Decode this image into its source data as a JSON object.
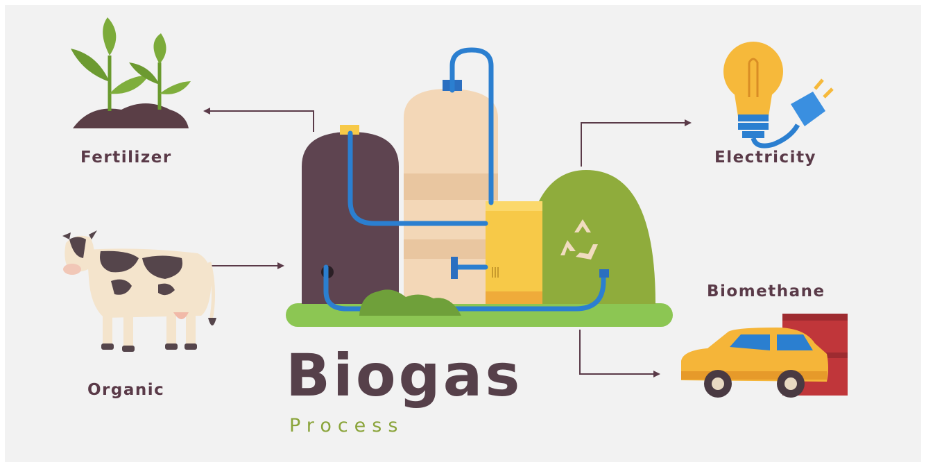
{
  "title": "Biogas",
  "subtitle": "Process",
  "outputs": {
    "fertilizer": "Fertilizer",
    "electricity": "Electricity",
    "biomethane": "Biomethane"
  },
  "inputs": {
    "organic": "Organic"
  },
  "icons": {
    "fertilizer": "plant-sprout-icon",
    "organic": "cow-icon",
    "electricity": "lightbulb-plug-icon",
    "biomethane": "car-fuel-tank-icon",
    "plant": "biogas-plant-icon",
    "recycle": "recycle-icon"
  },
  "colors": {
    "label": "#5a3a48",
    "title": "#56404a",
    "subtitle": "#8aa43a",
    "pipe": "#2b7fd0",
    "grass": "#8cc653",
    "digester_left": "#5e4450",
    "tank_center": "#f3d7b7",
    "dome_right": "#8fac3c",
    "box_yellow": "#f7c948"
  }
}
